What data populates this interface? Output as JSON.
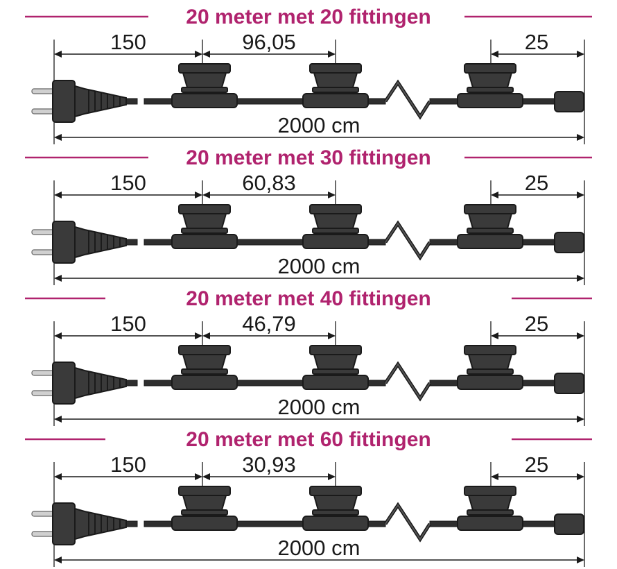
{
  "colors": {
    "accent": "#b0236e",
    "ink": "#1a1a1a",
    "socket_fill": "#3a3a3a",
    "cable": "#2e2e2e",
    "plug_pins": "#d0d0d0"
  },
  "icons": [
    "power-plug-icon",
    "bulb-socket-icon",
    "end-cap-icon",
    "zigzag-break-icon"
  ],
  "sections": [
    {
      "title": "20 meter met 20 fittingen",
      "lead": "150",
      "spacing": "96,05",
      "tail": "25",
      "total": "2000 cm"
    },
    {
      "title": "20 meter met 30 fittingen",
      "lead": "150",
      "spacing": "60,83",
      "tail": "25",
      "total": "2000 cm"
    },
    {
      "title": "20 meter met 40 fittingen",
      "lead": "150",
      "spacing": "46,79",
      "tail": "25",
      "total": "2000 cm"
    },
    {
      "title": "20 meter met 60 fittingen",
      "lead": "150",
      "spacing": "30,93",
      "tail": "25",
      "total": "2000 cm"
    }
  ]
}
